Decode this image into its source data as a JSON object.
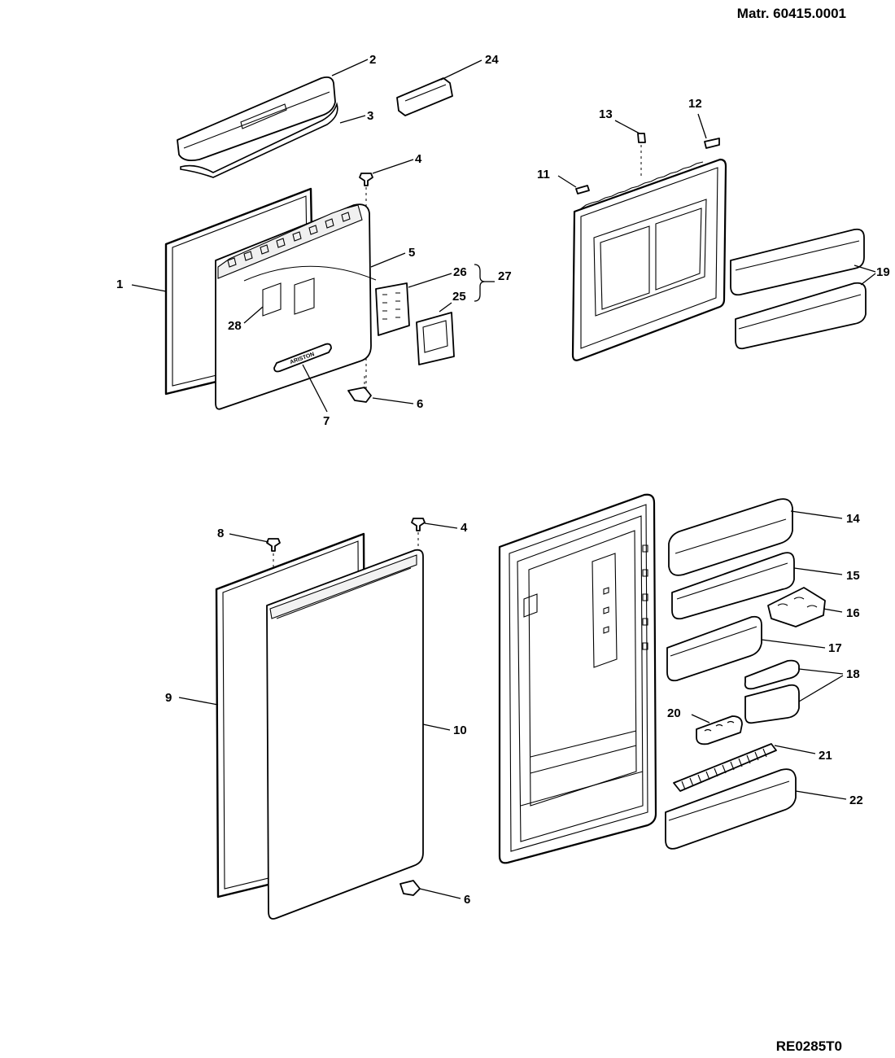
{
  "header": {
    "material_code": "Matr. 60415.0001"
  },
  "footer": {
    "drawing_code": "RE0285T0"
  },
  "callouts": {
    "n1": "1",
    "n2": "2",
    "n3": "3",
    "n4a": "4",
    "n4b": "4",
    "n5": "5",
    "n6a": "6",
    "n6b": "6",
    "n7": "7",
    "n8": "8",
    "n9": "9",
    "n10": "10",
    "n11": "11",
    "n12": "12",
    "n13": "13",
    "n14": "14",
    "n15": "15",
    "n16": "16",
    "n17": "17",
    "n18": "18",
    "n19": "19",
    "n20": "20",
    "n21": "21",
    "n22": "22",
    "n24": "24",
    "n25": "25",
    "n26": "26",
    "n27": "27",
    "n28": "28"
  },
  "logo": {
    "brand": "ARISTON"
  }
}
